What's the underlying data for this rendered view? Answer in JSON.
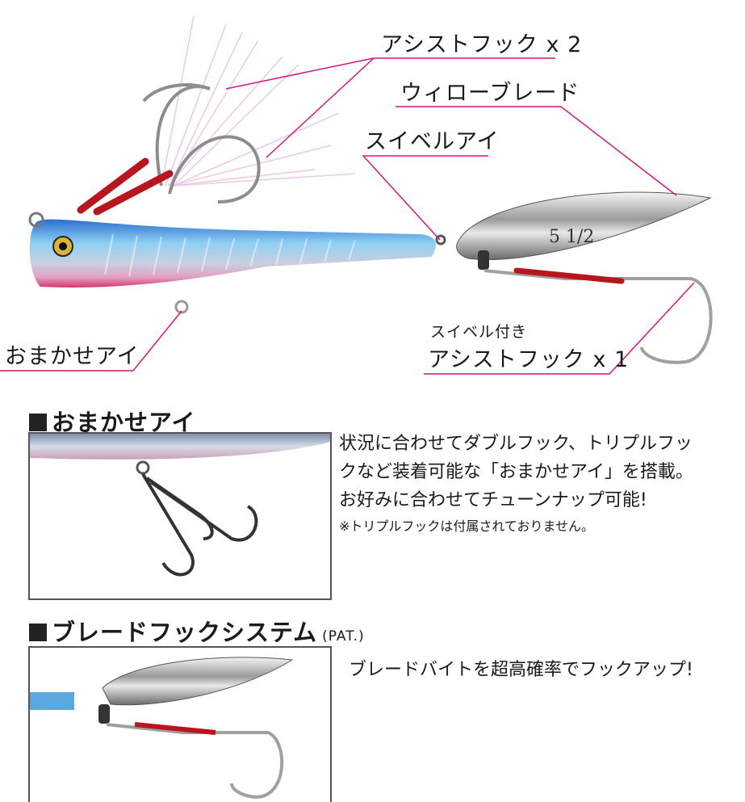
{
  "hero": {
    "callouts": {
      "assist_hook_x2": "アシストフック x 2",
      "willow_blade": "ウィローブレード",
      "swivel_eye": "スイベルアイ",
      "omakase_eye": "おまかせアイ",
      "swivel_attached": "スイベル付き",
      "assist_hook_x1": "アシストフック x 1"
    },
    "blade_marking": "5 1/2",
    "accent_color": "#d4177f"
  },
  "sections": [
    {
      "title": "おまかせアイ",
      "description_lines": [
        "状況に合わせてダブルフック、トリプルフッ",
        "クなど装着可能な「おまかせアイ」を搭載。",
        "お好みに合わせてチューンナップ可能!"
      ],
      "note": "※トリプルフックは付属されておりません。"
    },
    {
      "title": "ブレードフックシステム",
      "title_suffix": "(PAT.)",
      "description_lines": [
        "ブレードバイトを超高確率でフックアップ!"
      ]
    }
  ]
}
